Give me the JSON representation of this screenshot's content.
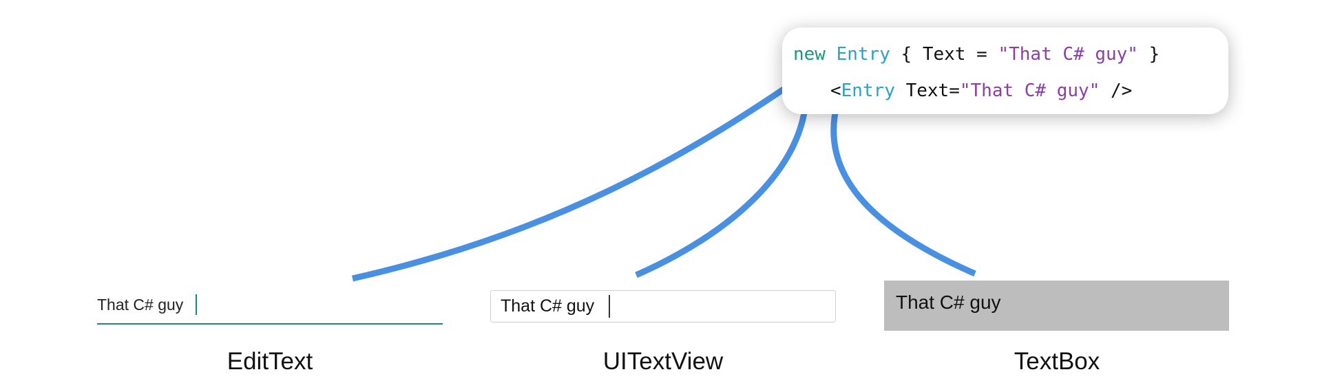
{
  "code": {
    "line1": {
      "keyword": "new",
      "type": "Entry",
      "open": " { Text = ",
      "string": "\"That C# guy\"",
      "close": " }"
    },
    "line2": {
      "open": "<",
      "type": "Entry",
      "attr": " Text=",
      "string": "\"That C# guy\"",
      "close": " />"
    }
  },
  "controls": {
    "edittext": {
      "value": "That C# guy",
      "caption": "EditText"
    },
    "uitextview": {
      "value": "That C# guy",
      "caption": "UITextView"
    },
    "textbox": {
      "value": "That C# guy",
      "caption": "TextBox"
    }
  },
  "colors": {
    "connector": "#4a90e2",
    "keyword": "#139a7e",
    "type": "#27a3c5",
    "string": "#8b3ea8",
    "android_accent": "#16897a",
    "textbox_bg": "#bdbdbd"
  }
}
